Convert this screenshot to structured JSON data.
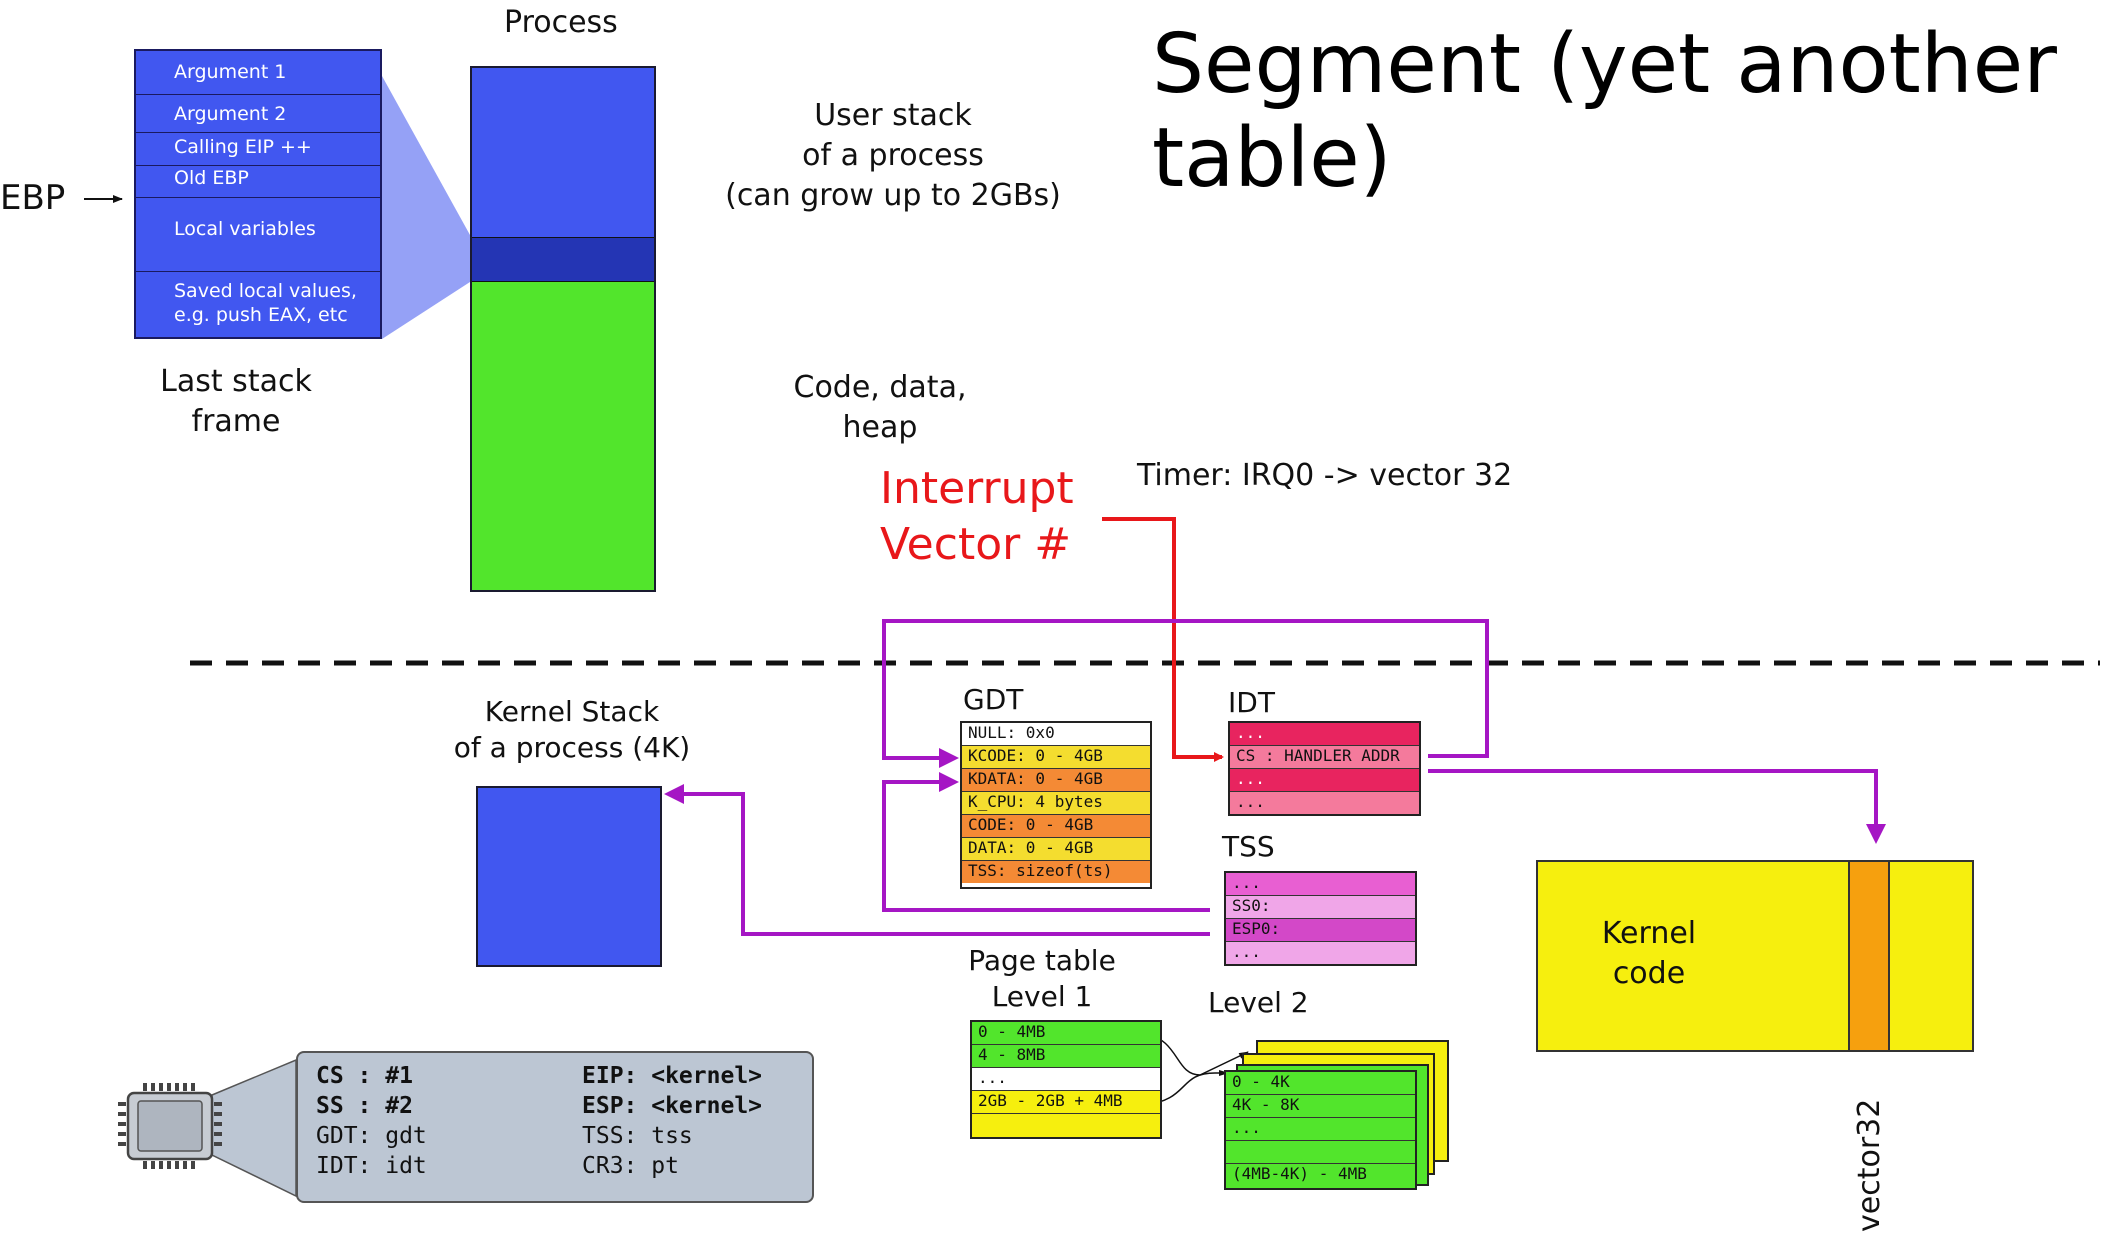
{
  "title": "Segment (yet another table)",
  "title_line1": "Segment (yet another",
  "title_line2": "table)",
  "process_label": "Process",
  "stack_frame": {
    "rows": [
      "Argument 1",
      "Argument 2",
      "Calling EIP ++",
      "Old EBP",
      "Local variables",
      "Saved local values,",
      "e.g. push EAX, etc"
    ],
    "ebp_label": "EBP",
    "caption_line1": "Last stack",
    "caption_line2": "frame"
  },
  "user_stack_label": [
    "User stack",
    "of a process",
    "(can grow up to 2GBs)"
  ],
  "code_data_label": [
    "Code, data,",
    "heap"
  ],
  "interrupt_label": [
    "Interrupt",
    "Vector #"
  ],
  "timer_label": "Timer: IRQ0 -> vector 32",
  "kernel_stack_label": [
    "Kernel Stack",
    "of a process (4K)"
  ],
  "gdt": {
    "title": "GDT",
    "rows": [
      "NULL: 0x0",
      "KCODE: 0 - 4GB",
      "KDATA: 0 - 4GB",
      "K_CPU: 4 bytes",
      "CODE: 0 - 4GB",
      "DATA: 0 - 4GB",
      "TSS: sizeof(ts)"
    ]
  },
  "idt": {
    "title": "IDT",
    "rows": [
      "...",
      "CS : HANDLER ADDR",
      "...",
      "..."
    ]
  },
  "tss": {
    "title": "TSS",
    "rows": [
      "...",
      "SS0:",
      "ESP0:",
      "..."
    ]
  },
  "page_table": {
    "title_line1": "Page table",
    "title_line2": "Level 1",
    "level1_rows": [
      "0 - 4MB",
      "4 - 8MB",
      "...",
      "2GB - 2GB + 4MB",
      ""
    ],
    "level2_title": "Level 2",
    "level2_rows": [
      "0 - 4K",
      "4K - 8K",
      "...",
      "",
      "(4MB-4K) - 4MB"
    ]
  },
  "kernel_code_label": [
    "Kernel",
    "code"
  ],
  "vector_label": "vector32",
  "registers": {
    "left": [
      "CS : #1",
      "SS : #2",
      "GDT: gdt",
      "IDT: idt"
    ],
    "right": [
      "EIP: <kernel>",
      "ESP: <kernel>",
      "TSS: tss",
      "CR3: pt"
    ]
  },
  "colors": {
    "blue": "#4157f0",
    "green": "#52e52c",
    "red_arrow": "#e8171a",
    "purple_arrow": "#a516c4",
    "yellow": "#f6ef0e",
    "orange": "#f48a35"
  },
  "icons": {
    "cpu": "cpu-chip-icon"
  }
}
